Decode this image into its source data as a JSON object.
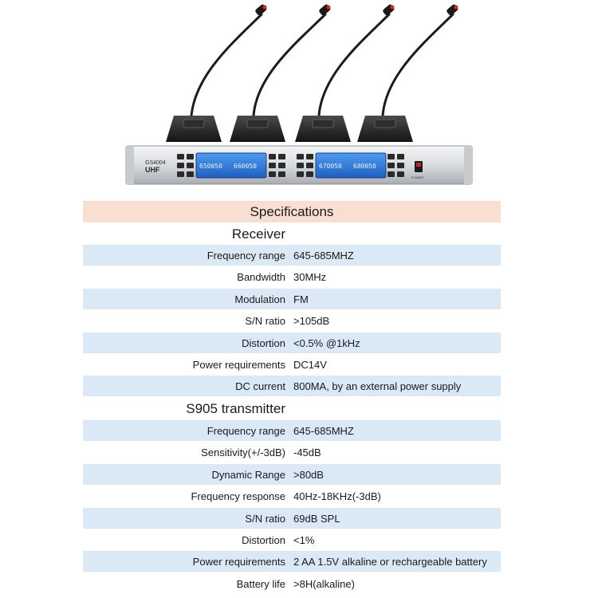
{
  "product": {
    "brand_badge": "UHF",
    "model_badge": "GS4004",
    "lcd_left": [
      "650050",
      "660050"
    ],
    "lcd_right": [
      "670050",
      "680050"
    ],
    "power_label": "POWER"
  },
  "specs": {
    "title": "Specifications",
    "receiver": {
      "heading": "Receiver",
      "rows": [
        {
          "label": "Frequency range",
          "value": "645-685MHZ"
        },
        {
          "label": "Bandwidth",
          "value": "30MHz"
        },
        {
          "label": "Modulation",
          "value": "FM"
        },
        {
          "label": "S/N ratio",
          "value": ">105dB"
        },
        {
          "label": "Distortion",
          "value": "<0.5% @1kHz"
        },
        {
          "label": "Power requirements",
          "value": "DC14V"
        },
        {
          "label": "DC current",
          "value": "800MA, by an external power supply"
        }
      ]
    },
    "transmitter": {
      "heading": "S905 transmitter",
      "rows": [
        {
          "label": "Frequency range",
          "value": "645-685MHZ"
        },
        {
          "label": "Sensitivity(+/-3dB)",
          "value": "-45dB"
        },
        {
          "label": "Dynamic Range",
          "value": ">80dB"
        },
        {
          "label": "Frequency response",
          "value": "40Hz-18KHz(-3dB)"
        },
        {
          "label": "S/N ratio",
          "value": "69dB SPL"
        },
        {
          "label": "Distortion",
          "value": "<1%"
        },
        {
          "label": "Power requirements",
          "value": "2 AA 1.5V alkaline or rechargeable battery"
        },
        {
          "label": "Battery life",
          "value": ">8H(alkaline)"
        }
      ]
    }
  }
}
